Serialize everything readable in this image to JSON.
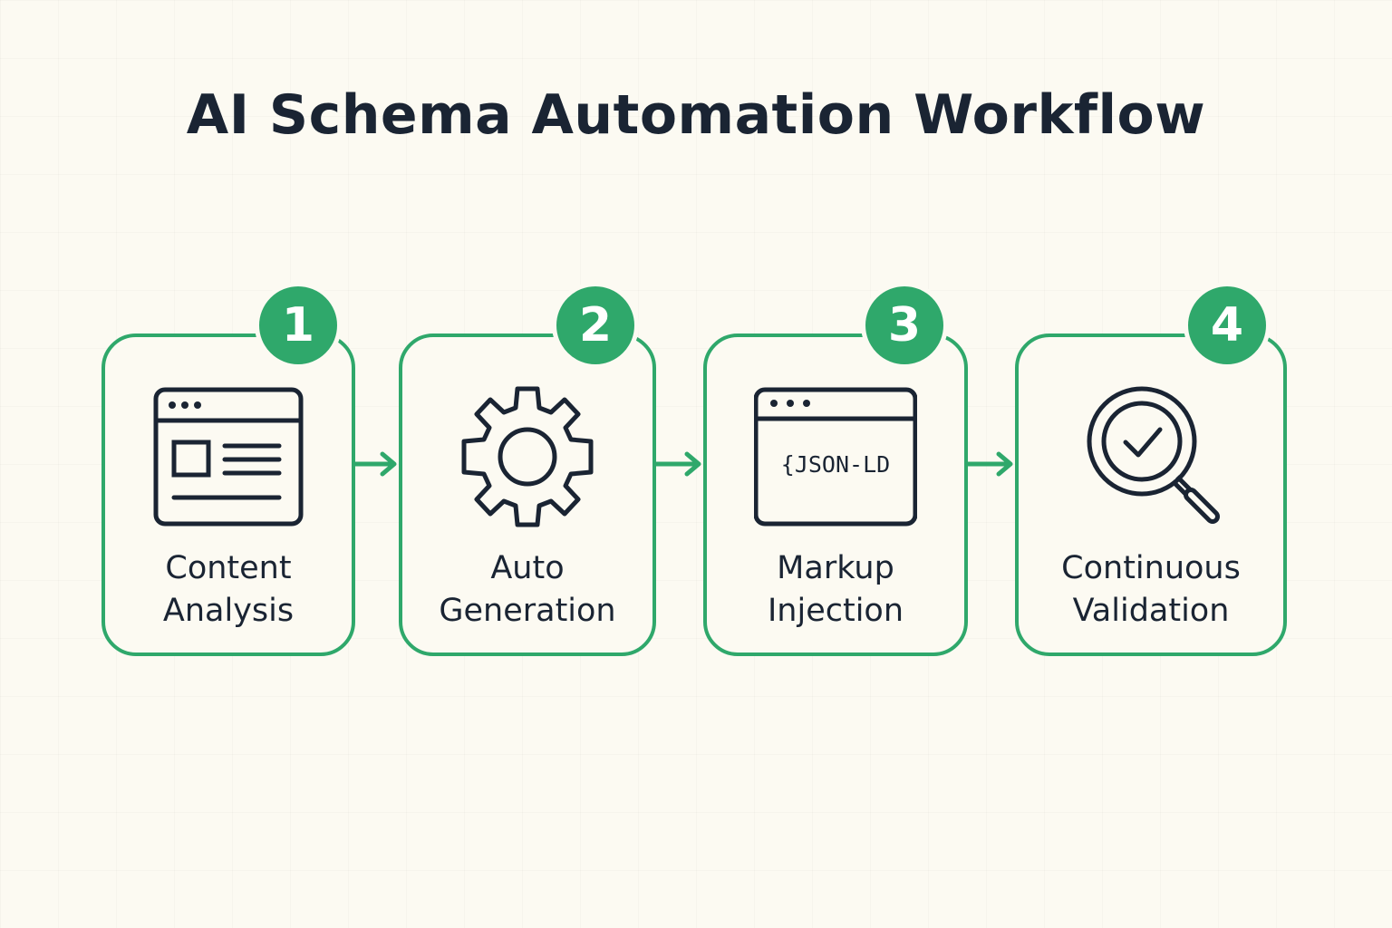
{
  "title": "AI Schema Automation Workflow",
  "accent_color": "#2fa86b",
  "text_color": "#1a2433",
  "steps": [
    {
      "number": "1",
      "label_line1": "Content",
      "label_line2": "Analysis",
      "icon": "webpage-layout-icon"
    },
    {
      "number": "2",
      "label_line1": "Auto",
      "label_line2": "Generation",
      "icon": "gear-icon"
    },
    {
      "number": "3",
      "label_line1": "Markup",
      "label_line2": "Injection",
      "icon": "code-window-icon",
      "icon_text": "{JSON-LD"
    },
    {
      "number": "4",
      "label_line1": "Continuous",
      "label_line2": "Validation",
      "icon": "magnifier-check-icon"
    }
  ]
}
